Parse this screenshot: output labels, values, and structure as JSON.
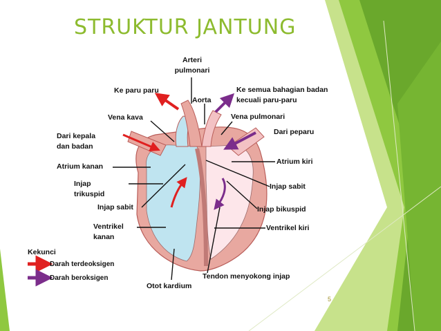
{
  "slide": {
    "title": "STRUKTUR JANTUNG",
    "page_number": "5"
  },
  "labels": {
    "arteri_pulmonari": "Arteri pulmonari",
    "ke_paru_paru": "Ke paru paru",
    "ke_semua": "Ke semua bahagian badan kecuali paru-paru",
    "aorta": "Aorta",
    "vena_kava": "Vena kava",
    "vena_pulmonari": "Vena pulmonari",
    "dari_kepala": "Dari kepala dan badan",
    "dari_peparu": "Dari peparu",
    "atrium_kanan": "Atrium kanan",
    "atrium_kiri": "Atrium kiri",
    "injap_trikuspid": "Injap trikuspid",
    "injap_sabit_kanan": "Injap sabit",
    "injap_sabit_kiri": "Injap sabit",
    "injap_bikuspid": "Injap bikuspid",
    "ventrikel_kanan": "Ventrikel kanan",
    "ventrikel_kiri": "Ventrikel kiri",
    "tendon": "Tendon menyokong injap",
    "otot_kardium": "Otot kardium"
  },
  "legend": {
    "title": "Kekunci",
    "items": [
      {
        "label": "Darah terdeoksigen",
        "color": "#e02020"
      },
      {
        "label": "Darah beroksigen",
        "color": "#7b2d8b"
      }
    ]
  },
  "colors": {
    "title": "#8dbb2f",
    "green_light": "#c6e08a",
    "green_mid": "#8dc63f",
    "green_dark": "#5a9a1e",
    "heart_outer": "#e8a8a0",
    "right_side": "#bfe4f0",
    "left_side": "#fde6ea"
  }
}
